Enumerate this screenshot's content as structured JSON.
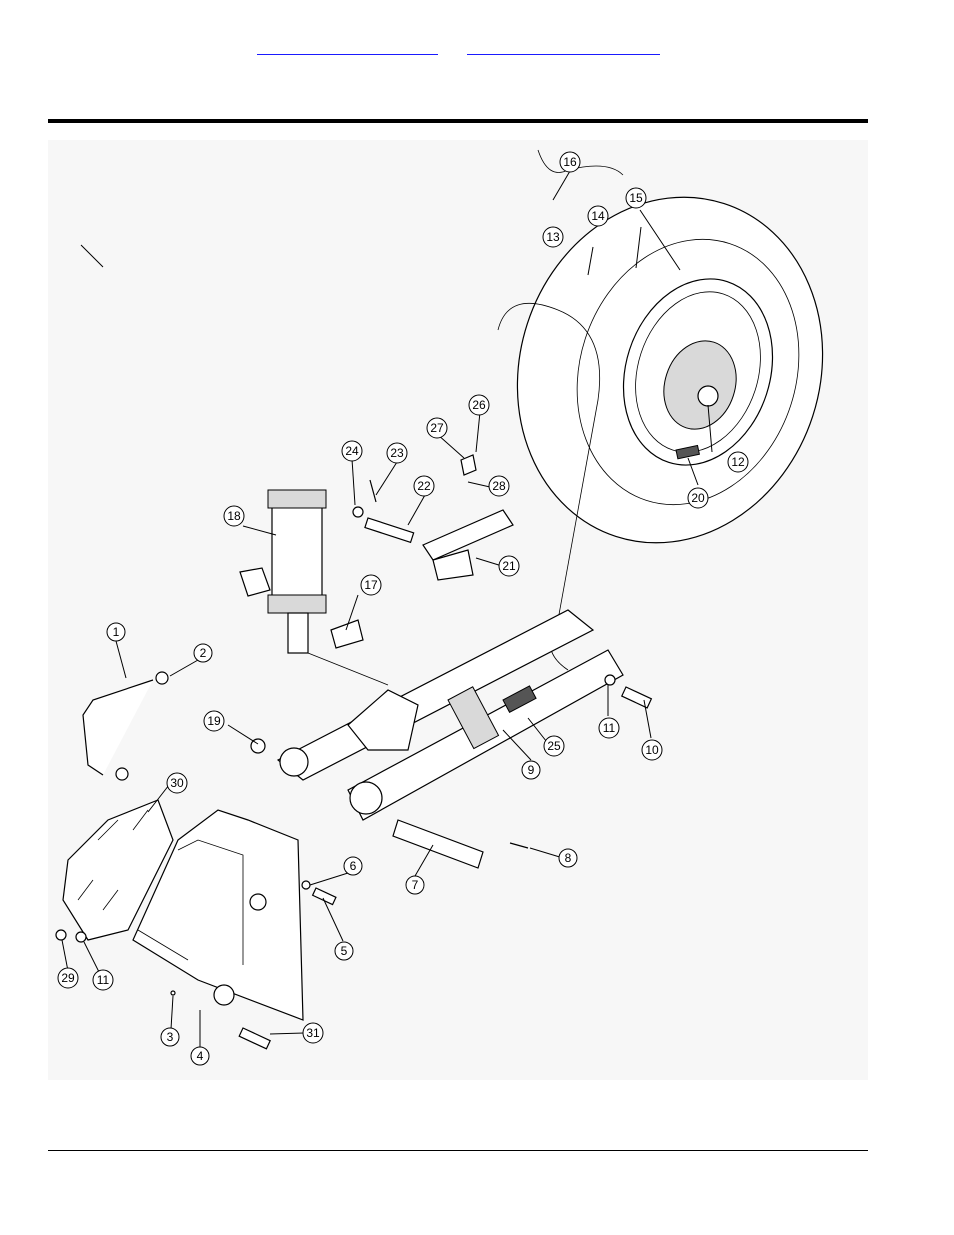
{
  "header": {
    "nav_links": [
      {
        "label": ""
      },
      {
        "label": ""
      }
    ]
  },
  "callouts": [
    {
      "label": "1"
    },
    {
      "label": "2"
    },
    {
      "label": "3"
    },
    {
      "label": "4"
    },
    {
      "label": "5"
    },
    {
      "label": "6"
    },
    {
      "label": "7"
    },
    {
      "label": "8"
    },
    {
      "label": "9"
    },
    {
      "label": "10"
    },
    {
      "label": "11"
    },
    {
      "label": "11"
    },
    {
      "label": "12"
    },
    {
      "label": "13"
    },
    {
      "label": "14"
    },
    {
      "label": "15"
    },
    {
      "label": "16"
    },
    {
      "label": "17"
    },
    {
      "label": "18"
    },
    {
      "label": "19"
    },
    {
      "label": "20"
    },
    {
      "label": "21"
    },
    {
      "label": "22"
    },
    {
      "label": "23"
    },
    {
      "label": "24"
    },
    {
      "label": "25"
    },
    {
      "label": "26"
    },
    {
      "label": "27"
    },
    {
      "label": "28"
    },
    {
      "label": "29"
    },
    {
      "label": "30"
    },
    {
      "label": "31"
    }
  ]
}
